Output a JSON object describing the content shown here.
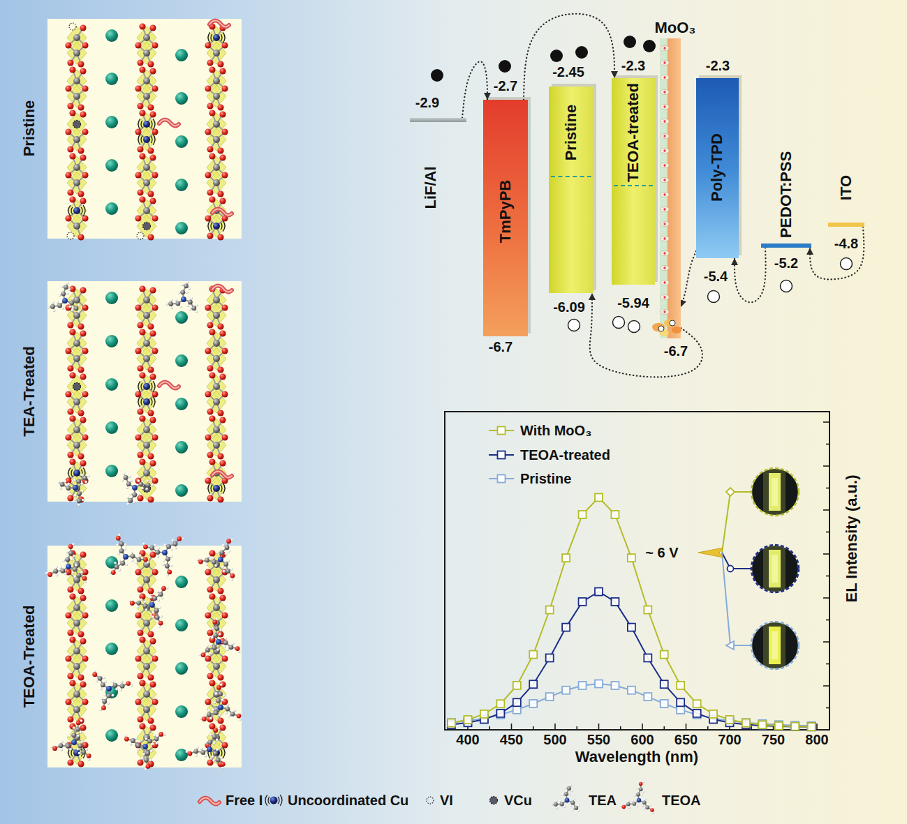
{
  "diagram": {
    "nodes": [
      {
        "text": [
          "Pristine"
        ]
      },
      {
        "text": [
          "TEA-Treated"
        ]
      },
      {
        "text": [
          "TEOA-Treated"
        ]
      },
      {
        "text": [
          "LiF/Al",
          "-2.9"
        ]
      },
      {
        "text": [
          "TmPyPB",
          "-2.7",
          "-6.7"
        ]
      },
      {
        "text": [
          "Pristine",
          "-2.45",
          "-6.09"
        ]
      },
      {
        "text": [
          "TEOA-treated",
          "-2.3",
          "-5.94"
        ]
      },
      {
        "text": [
          "MoO₃",
          "-6.7"
        ]
      },
      {
        "text": [
          "Poly-TPD",
          "-2.3",
          "-5.4"
        ]
      },
      {
        "text": [
          "PEDOT:PSS",
          "-5.2"
        ]
      },
      {
        "text": [
          "ITO",
          "-4.8"
        ]
      }
    ],
    "edges": [
      {
        "from": 3,
        "to": 4,
        "arrow": "to"
      },
      {
        "from": 4,
        "to": 6,
        "arrow": "to"
      },
      {
        "from": 10,
        "to": 9,
        "arrow": "to"
      },
      {
        "from": 9,
        "to": 8,
        "arrow": "to"
      },
      {
        "from": 8,
        "to": 7,
        "arrow": "to"
      },
      {
        "from": 7,
        "to": 5,
        "arrow": "to"
      }
    ],
    "labels": [
      "400",
      "450",
      "500",
      "550",
      "600",
      "650",
      "700",
      "750",
      "800",
      "Wavelength (nm)",
      "EL Intensity (a.u.)",
      "~ 6 V"
    ],
    "legend": [
      {
        "text": "Free I"
      },
      {
        "text": "Uncoordinated Cu"
      },
      {
        "text": "VI"
      },
      {
        "text": "VCu"
      },
      {
        "text": "TEA"
      },
      {
        "text": "TEOA"
      },
      {
        "text": "With MoO₃"
      },
      {
        "text": "TEOA-treated"
      },
      {
        "text": "Pristine"
      }
    ]
  }
}
